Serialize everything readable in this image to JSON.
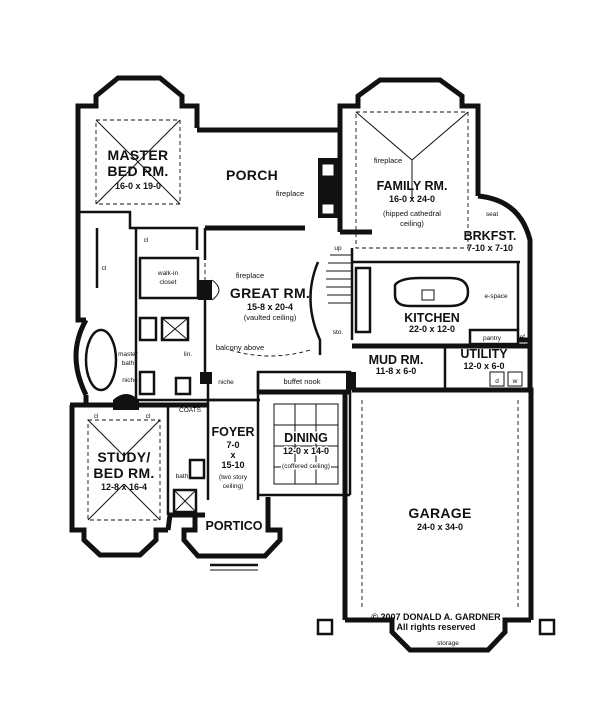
{
  "rooms": {
    "master_bed": {
      "name1": "MASTER",
      "name2": "BED RM.",
      "dims": "16-0 x 19-0"
    },
    "porch": {
      "name": "PORCH",
      "note": "fireplace"
    },
    "family": {
      "name": "FAMILY RM.",
      "dims": "16-0 x 24-0",
      "note1": "(hipped cathedral",
      "note2": "ceiling)",
      "fireplace": "fireplace"
    },
    "brkfst": {
      "name": "BRKFST.",
      "dims": "7-10 x 7-10",
      "seat": "seat"
    },
    "great": {
      "name": "GREAT RM.",
      "dims": "15-8 x 20-4",
      "note": "(vaulted ceiling)",
      "fireplace": "fireplace",
      "balcony": "balcony above",
      "up": "up",
      "sto": "sto."
    },
    "kitchen": {
      "name": "KITCHEN",
      "dims": "22-0 x 12-0",
      "espace": "e-space",
      "pantry": "pantry",
      "ref": "ref."
    },
    "walkin": {
      "line1": "walk-in",
      "line2": "closet"
    },
    "master_bath": {
      "line1": "master",
      "line2": "bath",
      "lin": "lin.",
      "niche": "niche"
    },
    "mud": {
      "name": "MUD RM.",
      "dims": "11-8 x 6-0"
    },
    "utility": {
      "name": "UTILITY",
      "dims": "12-0 x 6-0",
      "d": "d",
      "w": "w"
    },
    "foyer": {
      "name": "FOYER",
      "dims1": "7-0",
      "dims2": "x",
      "dims3": "15-10",
      "note1": "(two story",
      "note2": "ceiling)",
      "niche": "niche",
      "coats": "COATS",
      "buffet": "buffet nook"
    },
    "dining": {
      "name": "DINING",
      "dims": "12-0 x 14-0",
      "note": "(coffered ceiling)"
    },
    "study": {
      "name1": "STUDY/",
      "name2": "BED RM.",
      "dims": "12-8 x 16-4",
      "bath": "bath",
      "cl": "cl"
    },
    "portico": {
      "name": "PORTICO"
    },
    "garage": {
      "name": "GARAGE",
      "dims": "24-0 x 34-0",
      "storage": "storage"
    }
  },
  "closet_label": "cl",
  "copyright": {
    "line1": "© 2007 DONALD A. GARDNER",
    "line2": "All rights reserved"
  }
}
